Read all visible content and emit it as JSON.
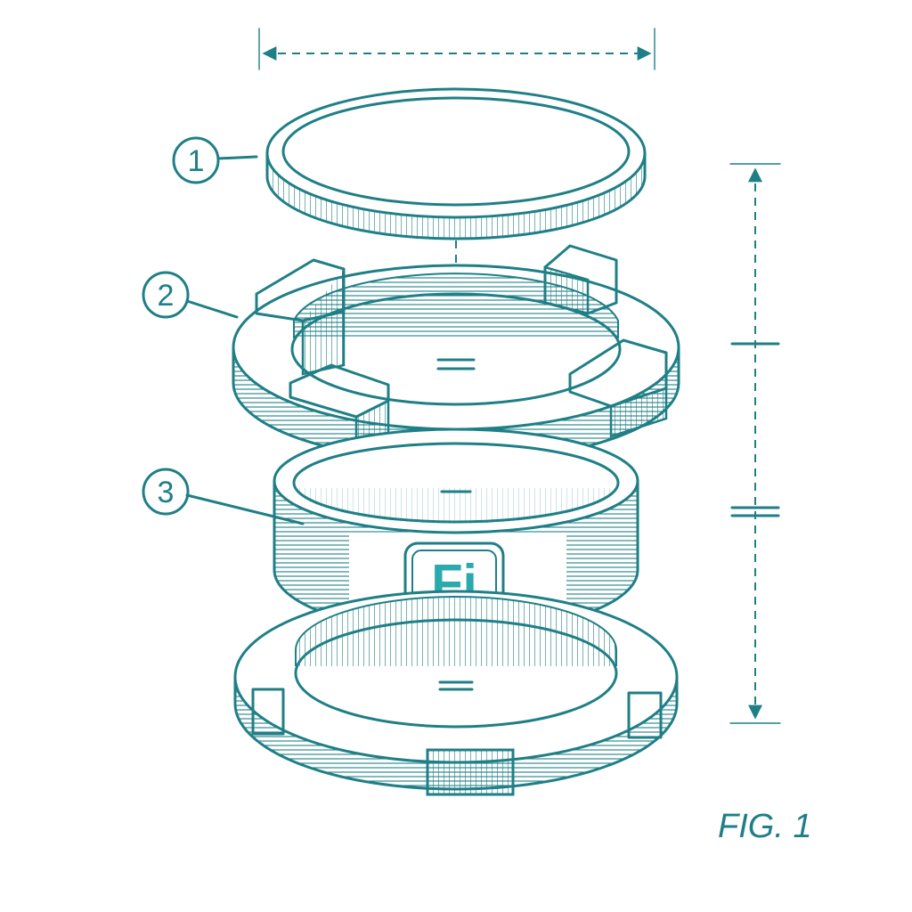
{
  "callouts": [
    "1",
    "2",
    "3"
  ],
  "logo": {
    "text": "Fi",
    "fill_color": "#2aa9ae"
  },
  "figure_label": "FIG. 1",
  "colors": {
    "line": "#1f7f86",
    "accent": "#2aa9ae",
    "background": "#ffffff"
  }
}
